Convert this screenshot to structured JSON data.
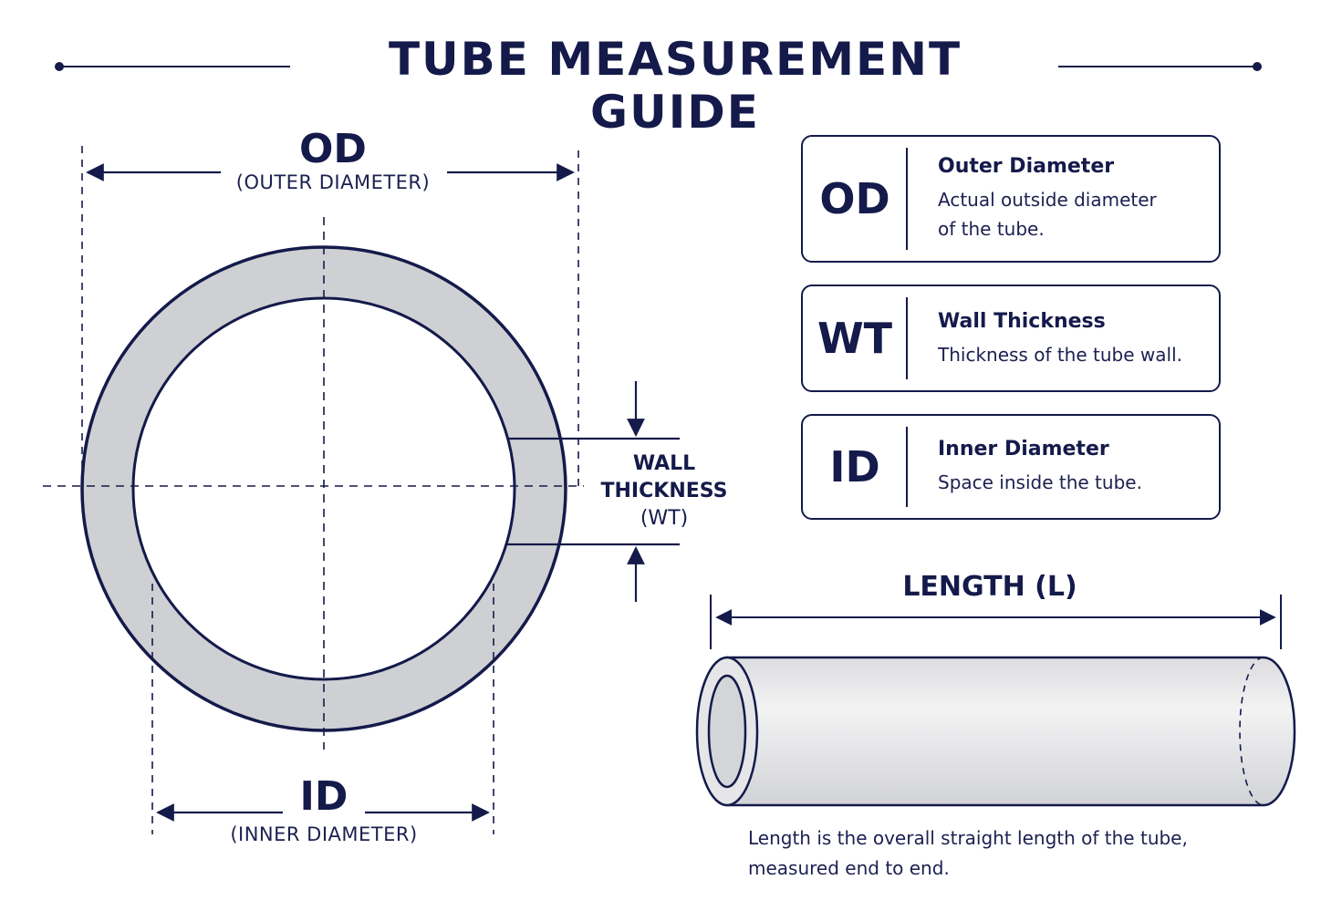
{
  "title": "TUBE MEASUREMENT GUIDE",
  "cross_section": {
    "od_label": "OD",
    "od_sub": "(OUTER DIAMETER)",
    "id_label": "ID",
    "id_sub": "(INNER DIAMETER)",
    "wt_line1": "WALL",
    "wt_line2": "THICKNESS",
    "wt_line3": "(WT)"
  },
  "legend": [
    {
      "abbr": "OD",
      "name": "Outer Diameter",
      "desc_line1": "Actual outside diameter",
      "desc_line2": "of the tube."
    },
    {
      "abbr": "WT",
      "name": "Wall Thickness",
      "desc_line1": "Thickness of the tube wall."
    },
    {
      "abbr": "ID",
      "name": "Inner Diameter",
      "desc_line1": "Space inside the tube."
    }
  ],
  "length": {
    "label": "LENGTH (L)",
    "caption_line1": "Length is the overall straight length of the tube,",
    "caption_line2": "measured end to end."
  },
  "colors": {
    "navy": "#141a4a",
    "tube_gray": "#cfd0d3",
    "tube_light": "#ececee"
  }
}
